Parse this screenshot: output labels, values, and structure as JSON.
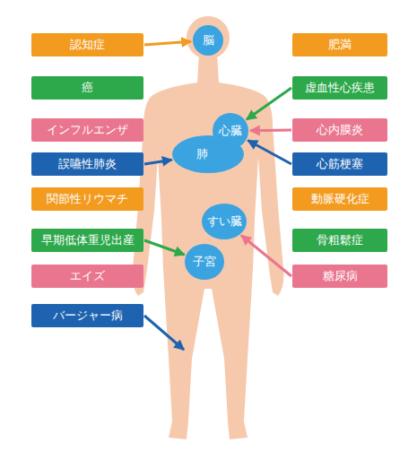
{
  "diagram": {
    "nodes": [
      {
        "text": [
          "認知症"
        ]
      },
      {
        "text": [
          "脳"
        ]
      },
      {
        "text": [
          "肥満"
        ]
      },
      {
        "text": [
          "癌"
        ]
      },
      {
        "text": [
          "虚血性心疾患"
        ]
      },
      {
        "text": [
          "インフルエンザ"
        ]
      },
      {
        "text": [
          "心臓"
        ]
      },
      {
        "text": [
          "心内膜炎"
        ]
      },
      {
        "text": [
          "誤嚥性肺炎"
        ]
      },
      {
        "text": [
          "肺"
        ]
      },
      {
        "text": [
          "心筋梗塞"
        ]
      },
      {
        "text": [
          "関節性リウマチ"
        ]
      },
      {
        "text": [
          "動脈硬化症"
        ]
      },
      {
        "text": [
          "すい臓"
        ]
      },
      {
        "text": [
          "早期低体重児出産"
        ]
      },
      {
        "text": [
          "骨粗鬆症"
        ]
      },
      {
        "text": [
          "子宮"
        ]
      },
      {
        "text": [
          "エイズ"
        ]
      },
      {
        "text": [
          "糖尿病"
        ]
      },
      {
        "text": [
          "バージャー病"
        ]
      }
    ],
    "edges": [
      {
        "from": 0,
        "to": 1,
        "arrow": "to"
      },
      {
        "from": 4,
        "to": 6,
        "arrow": "to"
      },
      {
        "from": 7,
        "to": 6,
        "arrow": "to"
      },
      {
        "from": 10,
        "to": 6,
        "arrow": "to"
      },
      {
        "from": 8,
        "to": 9,
        "arrow": "to"
      },
      {
        "from": 14,
        "to": 16,
        "arrow": "to"
      },
      {
        "from": 18,
        "to": 13,
        "arrow": "to"
      }
    ]
  }
}
